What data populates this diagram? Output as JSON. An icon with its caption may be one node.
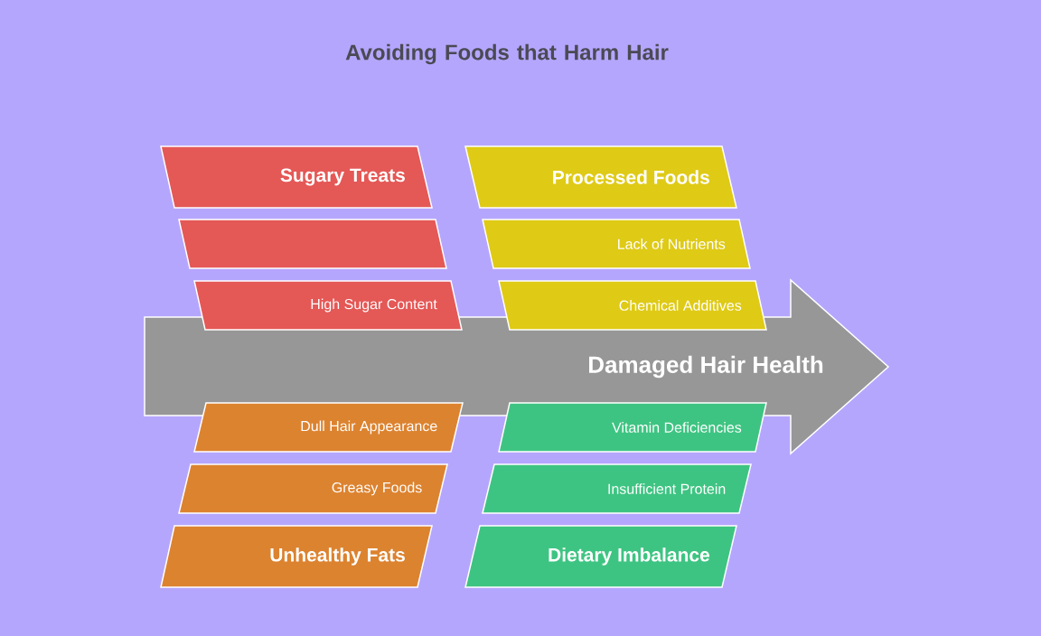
{
  "diagram": {
    "title": "Avoiding Foods that Harm Hair",
    "nodes": [
      {
        "text": [
          "Sugary Treats"
        ]
      },
      {
        "text": [
          "Processed Foods"
        ]
      },
      {
        "text": [],
        "shape": "parallelogram"
      },
      {
        "text": [
          "Lack of Nutrients"
        ]
      },
      {
        "text": [
          "High Sugar Content"
        ]
      },
      {
        "text": [
          "Chemical Additives"
        ]
      },
      {
        "text": [
          "Damaged Hair Health"
        ]
      },
      {
        "text": [
          "Dull Hair Appearance"
        ]
      },
      {
        "text": [
          "Vitamin Deficiencies"
        ]
      },
      {
        "text": [
          "Greasy Foods"
        ]
      },
      {
        "text": [
          "Insufficient Protein"
        ]
      },
      {
        "text": [
          "Unhealthy Fats"
        ]
      },
      {
        "text": [
          "Dietary Imbalance"
        ]
      }
    ]
  }
}
